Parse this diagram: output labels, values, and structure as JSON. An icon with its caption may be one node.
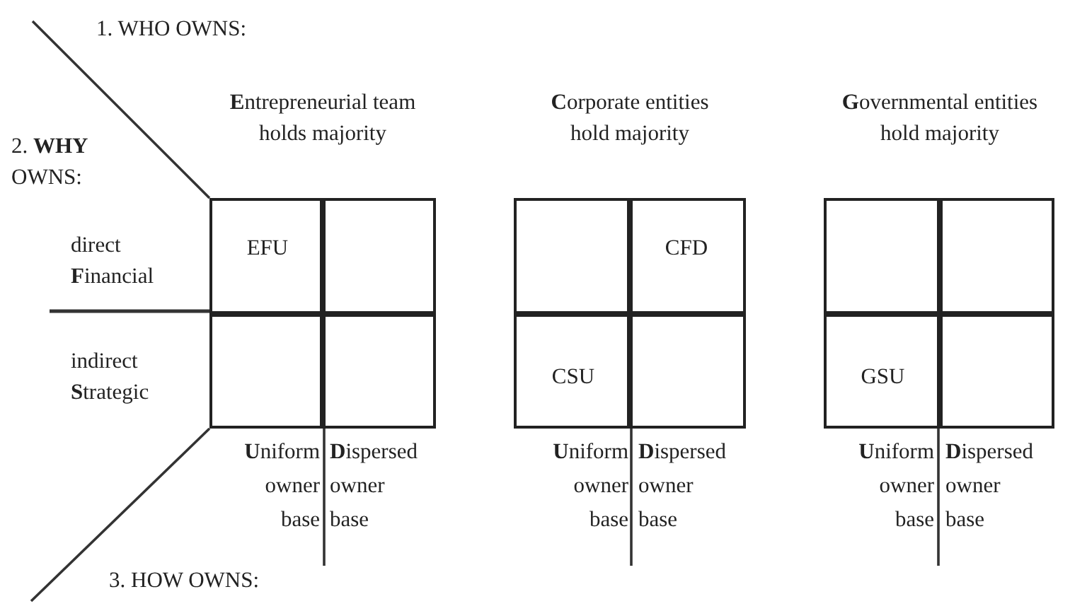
{
  "diagram": {
    "nodes": [
      {
        "text": [],
        "shape": "box"
      },
      {
        "text": [
          "EFU"
        ],
        "in": 0
      },
      {
        "text": [],
        "shape": "box",
        "in": 0
      },
      {
        "text": [],
        "shape": "box",
        "in": 0
      },
      {
        "text": [],
        "shape": "box",
        "in": 0
      },
      {
        "text": [],
        "shape": "box"
      },
      {
        "text": [],
        "shape": "box",
        "in": 5
      },
      {
        "text": [
          "CFD"
        ],
        "in": 5
      },
      {
        "text": [
          "CSU"
        ],
        "in": 5
      },
      {
        "text": [],
        "shape": "box",
        "in": 5
      },
      {
        "text": [],
        "shape": "box"
      },
      {
        "text": [],
        "shape": "box",
        "in": 10
      },
      {
        "text": [],
        "shape": "box",
        "in": 10
      },
      {
        "text": [
          "GSU"
        ],
        "in": 10
      },
      {
        "text": [],
        "shape": "box",
        "in": 10
      }
    ],
    "labels": [
      "1. WHO OWNS:",
      "**E**ntrepreneurial team holds majority",
      "**C**orporate entities hold majority",
      "**G**overnmental entities hold majority",
      "2. **WHY** OWNS:",
      "direct **F**inancial",
      "indirect **S**trategic",
      "**U**niform owner base",
      "**D**ispersed owner base",
      "**U**niform owner base",
      "**D**ispersed owner base",
      "**U**niform owner base",
      "**D**ispersed owner base",
      "3. HOW OWNS:"
    ]
  }
}
